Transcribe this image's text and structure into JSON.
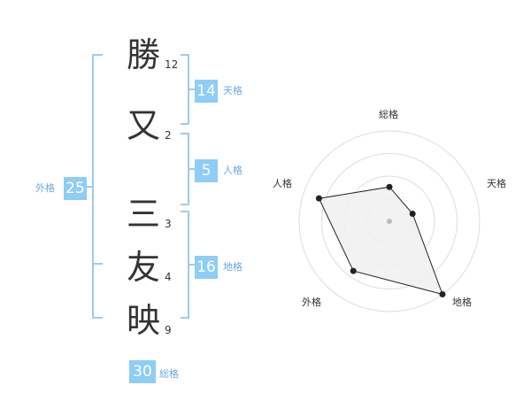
{
  "name": {
    "chars": [
      "勝",
      "又",
      "三",
      "友",
      "映"
    ],
    "strokes": [
      "12",
      "2",
      "3",
      "4",
      "9"
    ]
  },
  "kakusu": {
    "ten": {
      "value": "14",
      "label": "天格"
    },
    "jin": {
      "value": "5",
      "label": "人格"
    },
    "chi": {
      "value": "16",
      "label": "地格"
    },
    "gai": {
      "value": "25",
      "label": "外格"
    },
    "so": {
      "value": "30",
      "label": "総格"
    }
  },
  "chart_data": {
    "type": "radar",
    "axes": [
      "総格",
      "天格",
      "地格",
      "外格",
      "人格"
    ],
    "values": [
      0.38,
      0.27,
      1.0,
      0.68,
      0.82
    ],
    "rings": 4,
    "colors": {
      "fill": "#f0f0f0",
      "stroke": "#222222",
      "ring": "#dddddd",
      "center": "#bbbbbb"
    }
  },
  "colors": {
    "accent": "#8ecdf6",
    "bracket": "#9ccbf0",
    "label": "#6aa8e0"
  }
}
